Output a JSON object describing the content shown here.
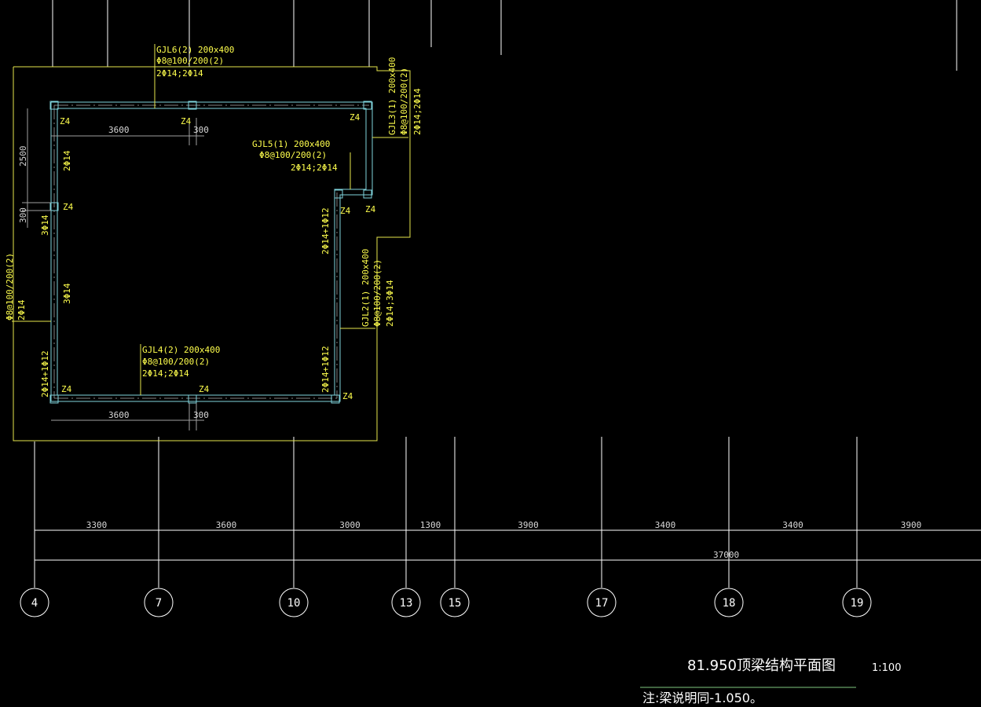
{
  "drawing": {
    "title": "81.950顶梁结构平面图",
    "scale": "1:100",
    "note": "注:梁说明同-1.050。"
  },
  "beams": {
    "gjl6": {
      "name": "GJL6(2) 200x400",
      "stirrup": "Φ8@100/200(2)",
      "rebar": "2Φ14;2Φ14"
    },
    "gjl5": {
      "name": "GJL5(1) 200x400",
      "stirrup": "Φ8@100/200(2)",
      "rebar": "2Φ14;2Φ14"
    },
    "gjl4": {
      "name": "GJL4(2) 200x400",
      "stirrup": "Φ8@100/200(2)",
      "rebar": "2Φ14;2Φ14"
    },
    "gjl3": {
      "name": "GJL3(1) 200x400",
      "stirrup": "Φ8@100/200(2)",
      "rebar": "2Φ14;2Φ14"
    },
    "gjl2": {
      "name": "GJL2(1) 200x400",
      "stirrup": "Φ8@100/200(2)",
      "rebar": "2Φ14;3Φ14"
    },
    "gjl1": {
      "stirrup": "Φ8@100/200(2)",
      "rebar": "2Φ14"
    }
  },
  "columns": {
    "label": "Z4"
  },
  "rebar_marks": {
    "left_top": "2Φ14",
    "left_mid_a": "3Φ14",
    "left_mid_b": "3Φ14",
    "left_bottom": "2Φ14+1Φ12",
    "right_upper": "2Φ14+1Φ12",
    "right_lower": "2Φ14+1Φ12"
  },
  "local_dims": {
    "top_span": "3600",
    "top_gap": "300",
    "bottom_span": "3600",
    "bottom_gap": "300",
    "left_span": "2500",
    "left_gap": "300"
  },
  "axis_dims": {
    "spans": [
      "3300",
      "3600",
      "3000",
      "1300",
      "3900",
      "3400",
      "3400",
      "3900"
    ],
    "total": "37000"
  },
  "grid_axes": [
    "4",
    "7",
    "10",
    "13",
    "15",
    "17",
    "18",
    "19"
  ],
  "colors": {
    "background": "#000000",
    "annotation": "#ffff4d",
    "beam_cyan": "#7fd3dc",
    "wall_yellow": "#e6e64d",
    "dimension": "#d8d8d8",
    "grid_line": "#ffffff"
  }
}
